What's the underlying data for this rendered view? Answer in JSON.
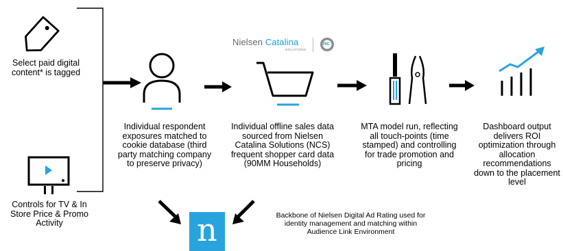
{
  "colors": {
    "accent": "#29a3dd",
    "arrow": "#000000",
    "line": "#000000"
  },
  "labels": {
    "tag": "Select paid digital content* is tagged",
    "tv": "Controls for TV & In Store Price & Promo Activity",
    "respondent": "Individual respondent exposures matched to cookie database (third party matching company to preserve privacy)",
    "sales": "Individual offline sales data sourced from Nielsen Catalina Solutions (NCS) frequent shopper card data (90MM Households)",
    "mta": "MTA model run, reflecting all touch-points (time stamped) and controlling for trade promotion and pricing",
    "dashboard": "Dashboard output delivers ROI optimization through allocation recommendations down to the placement level",
    "backbone": "Backbone of Nielsen Digital Ad Rating used for identity management and matching within Audience Link Environment"
  },
  "logo": {
    "nielsen": "Nielsen",
    "catalina": "Catalina",
    "solutions": "SOLUTIONS",
    "badge": "nc"
  },
  "nielsen_mark": "n",
  "icons": [
    "tag-icon",
    "tv-icon",
    "person-icon",
    "shopping-cart-icon",
    "tools-icon",
    "bar-chart-growth-icon",
    "nielsen-n-logo"
  ]
}
